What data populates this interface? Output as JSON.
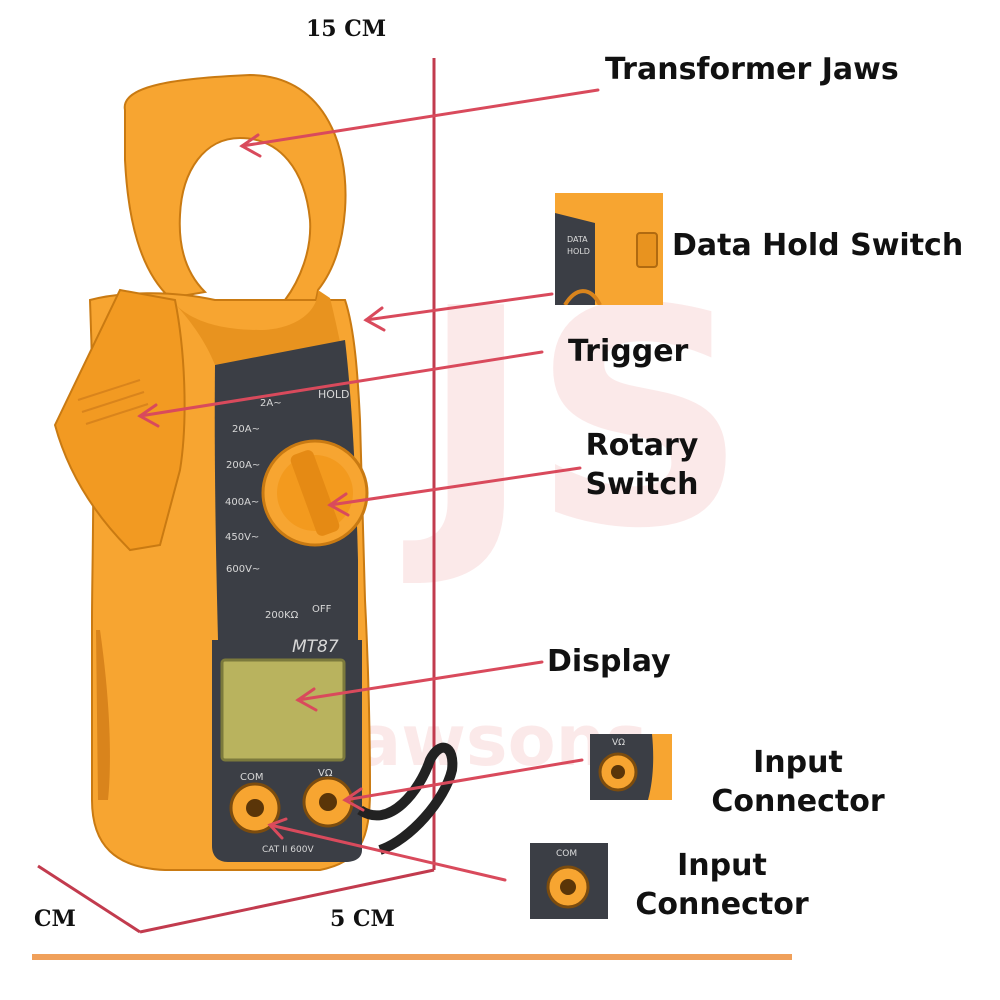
{
  "colors": {
    "body": "#f7a531",
    "body_dark": "#d9841c",
    "panel": "#3b3e45",
    "arrow": "#d94a5c",
    "accent_bar": "#f0a05a"
  },
  "dimensions": {
    "height": "15 CM",
    "width": "5 CM",
    "depth": "CM"
  },
  "device": {
    "model": "MT87",
    "hold_label": "HOLD",
    "dial_marks": [
      "2A~",
      "20A~",
      "200A~",
      "400A~",
      "450V~",
      "600V~",
      "200KΩ",
      "OFF"
    ],
    "port_com": "COM",
    "port_v": "VΩ",
    "port_warning": "CAT II 600V"
  },
  "thumbs": {
    "hold_text": [
      "DATA",
      "HOLD"
    ],
    "v_text": "VΩ",
    "com_text": "COM"
  },
  "labels": {
    "transformer_jaws": "Transformer Jaws",
    "data_hold_switch": "Data Hold Switch",
    "trigger": "Trigger",
    "rotary_switch": [
      "Rotary",
      "Switch"
    ],
    "display": "Display",
    "input_connector_1": [
      "Input",
      "Connector"
    ],
    "input_connector_2": [
      "Input",
      "Connector"
    ]
  },
  "watermark": {
    "logo": "JS",
    "brand": "jawsons"
  }
}
